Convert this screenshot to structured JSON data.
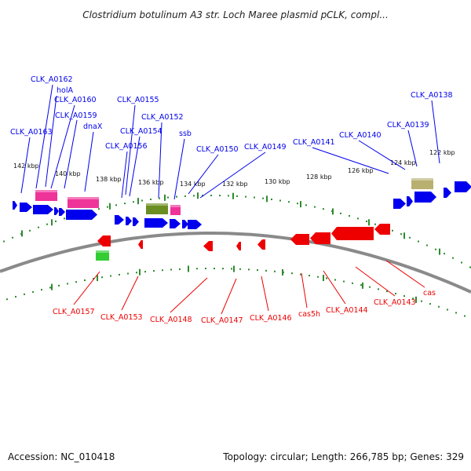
{
  "title": "Clostridium botulinum A3 str. Loch Maree plasmid pCLK, compl...",
  "footer": {
    "accession": "Accession: NC_010418",
    "summary": "Topology: circular; Length: 266,785 bp; Genes: 329"
  },
  "colors": {
    "plus_strand": "#0000ee",
    "minus_strand": "#ee0000",
    "backbone": "#8a8a8a",
    "tick": "#2e8b2e",
    "pink": "#ee3399",
    "olive": "#6b8e23",
    "khaki": "#b8b070",
    "green": "#33cc33"
  },
  "kbp_labels": [
    "142 kbp",
    "140 kbp",
    "138 kbp",
    "136 kbp",
    "134 kbp",
    "132 kbp",
    "130 kbp",
    "128 kbp",
    "126 kbp",
    "124 kbp",
    "122 kbp"
  ],
  "plus_genes": [
    "CLK_A0162",
    "holA",
    "CLK_A0160",
    "CLK_A0159",
    "dnaX",
    "CLK_A0163",
    "CLK_A0155",
    "CLK_A0154",
    "CLK_A0156",
    "CLK_A0152",
    "ssb",
    "CLK_A0150",
    "CLK_A0149",
    "CLK_A0141",
    "CLK_A0140",
    "CLK_A0139",
    "CLK_A0138"
  ],
  "minus_genes": [
    "CLK_A0157",
    "CLK_A0153",
    "CLK_A0148",
    "CLK_A0147",
    "CLK_A0146",
    "cas5h",
    "CLK_A0144",
    "CLK_A0143",
    "cas"
  ]
}
